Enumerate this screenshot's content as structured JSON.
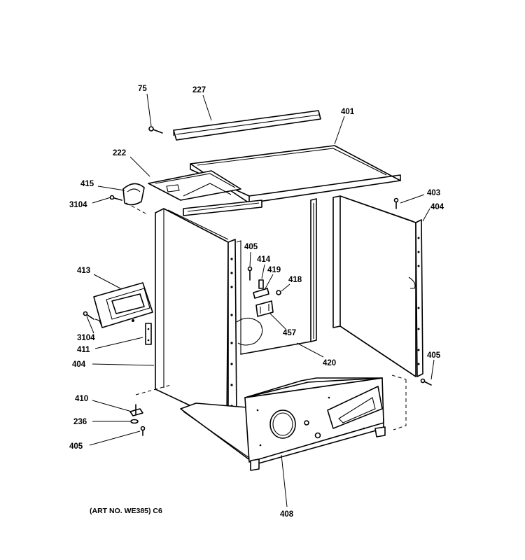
{
  "caption": "(ART NO. WE385) C6",
  "callouts": [
    {
      "id": "c75",
      "text": "75"
    },
    {
      "id": "c227",
      "text": "227"
    },
    {
      "id": "c401",
      "text": "401"
    },
    {
      "id": "c222",
      "text": "222"
    },
    {
      "id": "c415",
      "text": "415"
    },
    {
      "id": "c3104a",
      "text": "3104"
    },
    {
      "id": "c403",
      "text": "403"
    },
    {
      "id": "c404a",
      "text": "404"
    },
    {
      "id": "c405a",
      "text": "405"
    },
    {
      "id": "c414",
      "text": "414"
    },
    {
      "id": "c419",
      "text": "419"
    },
    {
      "id": "c418",
      "text": "418"
    },
    {
      "id": "c413",
      "text": "413"
    },
    {
      "id": "c457",
      "text": "457"
    },
    {
      "id": "c3104b",
      "text": "3104"
    },
    {
      "id": "c411",
      "text": "411"
    },
    {
      "id": "c404b",
      "text": "404"
    },
    {
      "id": "c420",
      "text": "420"
    },
    {
      "id": "c405b",
      "text": "405"
    },
    {
      "id": "c410",
      "text": "410"
    },
    {
      "id": "c236",
      "text": "236"
    },
    {
      "id": "c405c",
      "text": "405"
    },
    {
      "id": "c408",
      "text": "408"
    }
  ]
}
